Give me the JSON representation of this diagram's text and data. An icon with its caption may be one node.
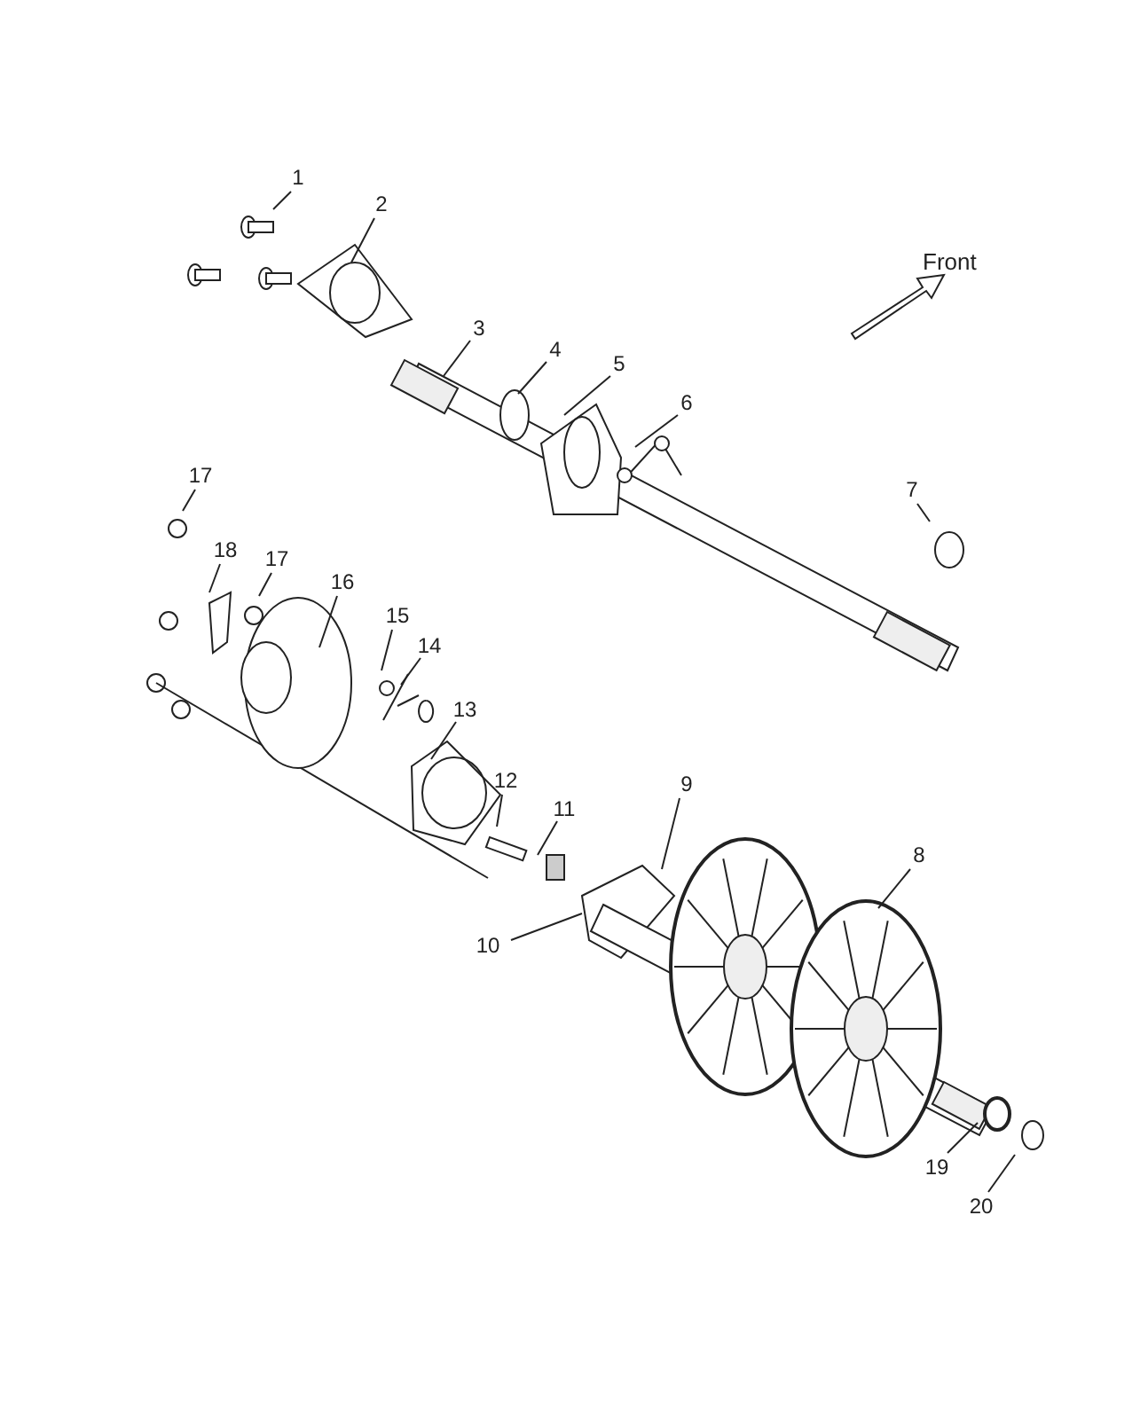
{
  "diagram": {
    "nodes": [
      {
        "text": [
          "1"
        ]
      },
      {
        "text": [
          "2"
        ]
      },
      {
        "text": [
          "3"
        ]
      },
      {
        "text": [
          "4"
        ]
      },
      {
        "text": [
          "5"
        ]
      },
      {
        "text": [
          "6"
        ]
      },
      {
        "text": [
          "7"
        ]
      },
      {
        "text": [
          "8"
        ]
      },
      {
        "text": [
          "9"
        ]
      },
      {
        "text": [
          "10"
        ]
      },
      {
        "text": [
          "11"
        ]
      },
      {
        "text": [
          "12"
        ]
      },
      {
        "text": [
          "13"
        ]
      },
      {
        "text": [
          "14"
        ]
      },
      {
        "text": [
          "15"
        ]
      },
      {
        "text": [
          "16"
        ]
      },
      {
        "text": [
          "17"
        ]
      },
      {
        "text": [
          "18"
        ]
      },
      {
        "text": [
          "17"
        ]
      },
      {
        "text": [
          "19"
        ]
      },
      {
        "text": [
          "20"
        ]
      }
    ],
    "edges": [
      {
        "from": 0,
        "to": null,
        "arrow": "none"
      },
      {
        "from": 1,
        "to": null,
        "arrow": "none"
      },
      {
        "from": 2,
        "to": null,
        "arrow": "none"
      },
      {
        "from": 3,
        "to": null,
        "arrow": "none"
      },
      {
        "from": 4,
        "to": null,
        "arrow": "none"
      },
      {
        "from": 5,
        "to": null,
        "arrow": "none"
      },
      {
        "from": 6,
        "to": null,
        "arrow": "none"
      },
      {
        "from": 7,
        "to": null,
        "arrow": "none"
      },
      {
        "from": 8,
        "to": null,
        "arrow": "none"
      },
      {
        "from": 9,
        "to": null,
        "arrow": "none"
      },
      {
        "from": 10,
        "to": null,
        "arrow": "none"
      },
      {
        "from": 11,
        "to": null,
        "arrow": "none"
      },
      {
        "from": 12,
        "to": null,
        "arrow": "none"
      },
      {
        "from": 13,
        "to": null,
        "arrow": "none"
      },
      {
        "from": 14,
        "to": null,
        "arrow": "none"
      },
      {
        "from": 15,
        "to": null,
        "arrow": "none"
      },
      {
        "from": 16,
        "to": null,
        "arrow": "none"
      },
      {
        "from": 17,
        "to": null,
        "arrow": "none"
      },
      {
        "from": 18,
        "to": null,
        "arrow": "none"
      },
      {
        "from": 19,
        "to": null,
        "arrow": "none"
      },
      {
        "from": 20,
        "to": null,
        "arrow": "none"
      }
    ],
    "labels": [
      "Front"
    ]
  }
}
